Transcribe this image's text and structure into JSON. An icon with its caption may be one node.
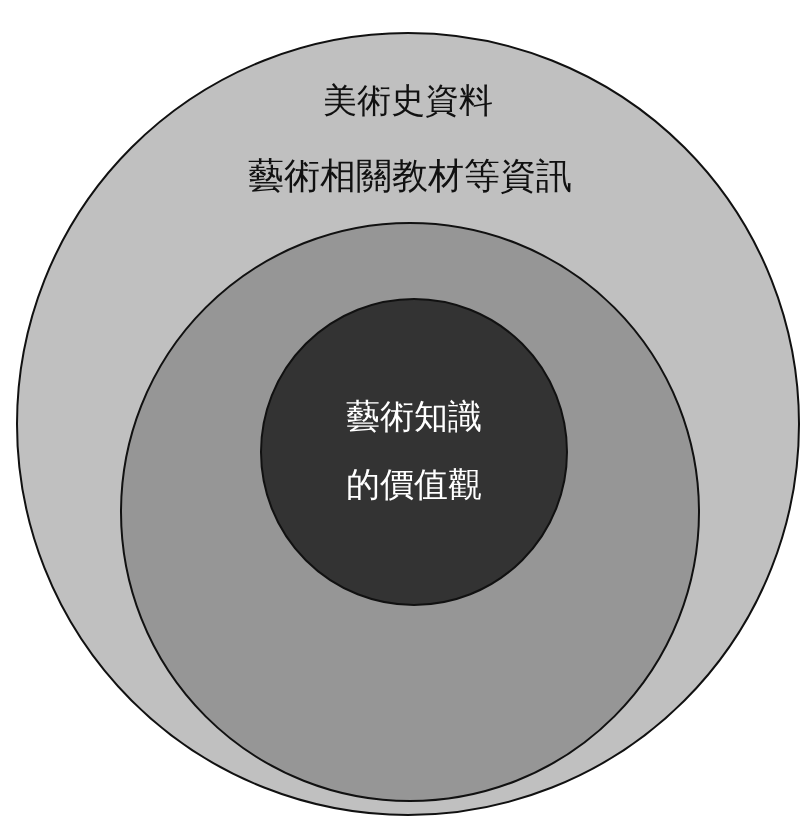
{
  "diagram": {
    "nodes": [
      {
        "text": [
          "美術史資料"
        ]
      },
      {
        "text": [
          "藝術相關教材等資訊"
        ],
        "in": 0
      },
      {
        "text": [
          "藝術知識的價值觀"
        ],
        "in": 1
      }
    ]
  }
}
